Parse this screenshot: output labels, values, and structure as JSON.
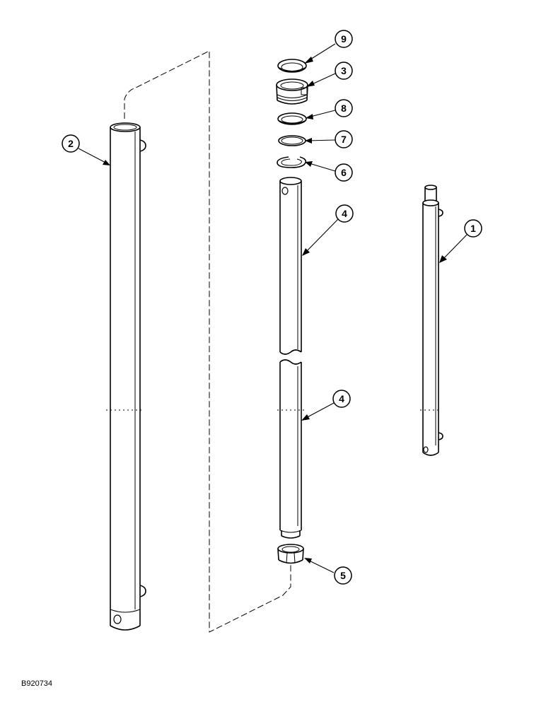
{
  "figure_ref": "B920734",
  "callouts": [
    "9",
    "3",
    "8",
    "7",
    "6",
    "4",
    "2",
    "1",
    "4",
    "5"
  ]
}
